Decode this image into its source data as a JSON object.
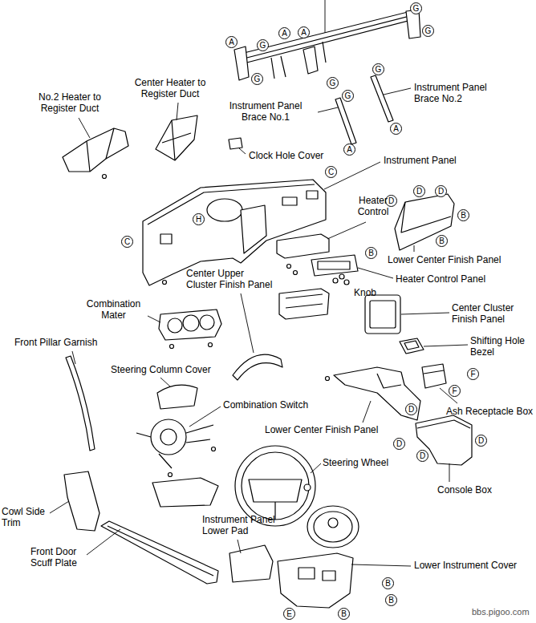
{
  "diagram": {
    "nodes": [
      {
        "text": [
          "G"
        ]
      },
      {
        "text": [
          "A"
        ]
      },
      {
        "text": [
          "G"
        ]
      },
      {
        "text": [
          "A"
        ]
      },
      {
        "text": [
          "A"
        ]
      },
      {
        "text": [
          "G"
        ]
      },
      {
        "text": [
          "G"
        ]
      },
      {
        "text": [
          "G"
        ]
      },
      {
        "text": [
          "G"
        ]
      },
      {
        "text": [
          "G"
        ]
      },
      {
        "text": [
          "A"
        ]
      },
      {
        "text": [
          "A"
        ]
      },
      {
        "text": [
          "C"
        ]
      },
      {
        "text": [
          "D"
        ]
      },
      {
        "text": [
          "D"
        ]
      },
      {
        "text": [
          "D"
        ]
      },
      {
        "text": [
          "B"
        ]
      },
      {
        "text": [
          "H"
        ]
      },
      {
        "text": [
          "B"
        ]
      },
      {
        "text": [
          "C"
        ]
      },
      {
        "text": [
          "B"
        ]
      },
      {
        "text": [
          "F"
        ]
      },
      {
        "text": [
          "F"
        ]
      },
      {
        "text": [
          "D"
        ]
      },
      {
        "text": [
          "D"
        ]
      },
      {
        "text": [
          "D"
        ]
      },
      {
        "text": [
          "D"
        ]
      },
      {
        "text": [
          "B"
        ]
      },
      {
        "text": [
          "B"
        ]
      },
      {
        "text": [
          "E"
        ]
      },
      {
        "text": [
          "B"
        ]
      }
    ],
    "labels": [
      "No.2 Heater to Register Duct",
      "Center Heater to Register Duct",
      "Instrument Panel Brace No.1",
      "Instrument Panel Brace No.2",
      "Clock Hole Cover",
      "Instrument Panel",
      "Heater Control",
      "Lower Center Finish Panel",
      "Heater Control Panel",
      "Knob",
      "Center Upper Cluster Finish Panel",
      "Combination Mater",
      "Center Cluster Finish Panel",
      "Shifting Hole Bezel",
      "Front Pillar Garnish",
      "Steering Column Cover",
      "Combination Switch",
      "Ash Receptacle Box",
      "Lower Center Finish Panel",
      "Steering Wheel",
      "Console Box",
      "Cowl Side Trim",
      "Instrument Panel Lower Pad",
      "Front Door Scuff Plate",
      "Lower Instrument Cover",
      "bbs.pigoo.com"
    ]
  }
}
